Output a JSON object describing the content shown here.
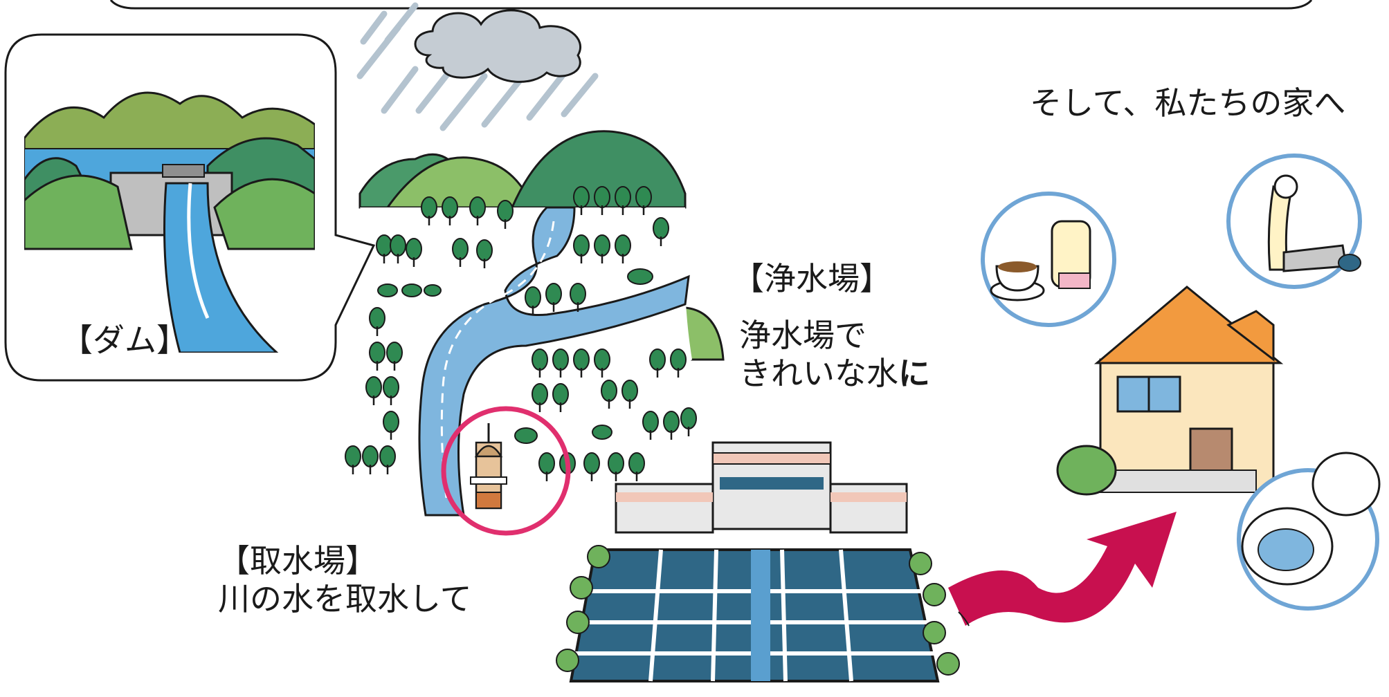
{
  "labels": {
    "dam": "【ダム】",
    "intake_title": "【取水場】",
    "intake_desc": "川の水を取水して",
    "plant_title": "【浄水場】",
    "plant_desc_line1": "浄水場で",
    "plant_desc_line2_main": "きれいな水",
    "plant_desc_line2_bold": "に",
    "home": "そして、私たちの家へ"
  },
  "colors": {
    "sky_cloud": "#c5ccd3",
    "rain": "#b4c3cf",
    "mountain_dark": "#3f8f63",
    "mountain_light": "#8cbf68",
    "tree": "#2f8a52",
    "river": "#7fb6de",
    "intake_circle": "#e02f6e",
    "arrow": "#c8104f",
    "bubble_border": "#6fa5d5",
    "house_wall": "#fbe6bd",
    "house_roof": "#f29a3f",
    "filter_bed": "#2f6786"
  }
}
